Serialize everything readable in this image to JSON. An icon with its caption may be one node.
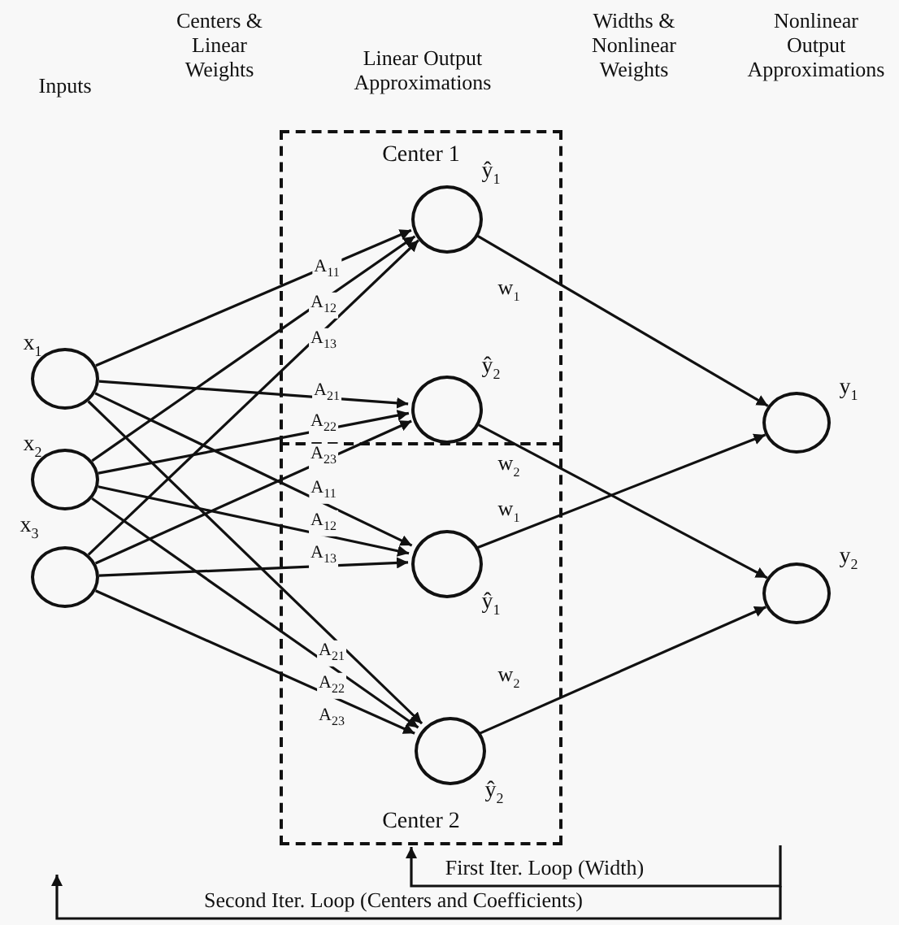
{
  "diagram": {
    "nodes": [
      {
        "text": [],
        "shape": "circle",
        "beside": [
          "x$_{1}$"
        ]
      },
      {
        "text": [],
        "shape": "circle",
        "beside": [
          "x$_{2}$"
        ]
      },
      {
        "text": [],
        "shape": "circle",
        "beside": [
          "x$_{3}$"
        ]
      },
      {
        "text": [
          "Center 1"
        ]
      },
      {
        "text": [],
        "shape": "circle",
        "in": 3,
        "beside": [
          "ŷ$_{1}$"
        ]
      },
      {
        "text": [],
        "shape": "circle",
        "in": 3,
        "beside": [
          "ŷ$_{2}$"
        ]
      },
      {
        "text": [
          "Center 2"
        ]
      },
      {
        "text": [],
        "shape": "circle",
        "in": 6,
        "beside": [
          "ŷ$_{1}$"
        ]
      },
      {
        "text": [],
        "shape": "circle",
        "in": 6,
        "beside": [
          "ŷ$_{2}$"
        ]
      },
      {
        "text": [],
        "shape": "circle",
        "beside": [
          "y$_{1}$"
        ]
      },
      {
        "text": [],
        "shape": "circle",
        "beside": [
          "y$_{2}$"
        ]
      }
    ],
    "edges": [
      {
        "from": 0,
        "to": 4,
        "arrow": "to",
        "label": "A$_{11}$"
      },
      {
        "from": 1,
        "to": 4,
        "arrow": "to",
        "label": "A$_{12}$"
      },
      {
        "from": 2,
        "to": 4,
        "arrow": "to",
        "label": "A$_{13}$"
      },
      {
        "from": 0,
        "to": 5,
        "arrow": "to",
        "label": "A$_{21}$"
      },
      {
        "from": 1,
        "to": 5,
        "arrow": "to",
        "label": "A$_{22}$"
      },
      {
        "from": 2,
        "to": 5,
        "arrow": "to",
        "label": "A$_{23}$"
      },
      {
        "from": 0,
        "to": 7,
        "arrow": "to",
        "label": "A$_{11}$"
      },
      {
        "from": 1,
        "to": 7,
        "arrow": "to",
        "label": "A$_{12}$"
      },
      {
        "from": 2,
        "to": 7,
        "arrow": "to",
        "label": "A$_{13}$"
      },
      {
        "from": 0,
        "to": 8,
        "arrow": "to",
        "label": "A$_{21}$"
      },
      {
        "from": 1,
        "to": 8,
        "arrow": "to",
        "label": "A$_{22}$"
      },
      {
        "from": 2,
        "to": 8,
        "arrow": "to",
        "label": "A$_{23}$"
      },
      {
        "from": 4,
        "to": 9,
        "arrow": "to",
        "label": "w$_{1}$"
      },
      {
        "from": 5,
        "to": 10,
        "arrow": "to",
        "label": "w$_{2}$"
      },
      {
        "from": 7,
        "to": 9,
        "arrow": "to",
        "label": "w$_{1}$"
      },
      {
        "from": 8,
        "to": 10,
        "arrow": "to",
        "label": "w$_{2}$"
      },
      {
        "from": null,
        "to": 6,
        "arrow": "to",
        "label": "First Iter. Loop (Width)"
      }
    ],
    "labels": [
      "Inputs",
      "Centers & Linear Weights",
      "Linear Output Approximations",
      "Widths & Nonlinear Weights",
      "Nonlinear Output Approximations",
      "Second Iter. Loop (Centers and Coefficients)"
    ]
  }
}
